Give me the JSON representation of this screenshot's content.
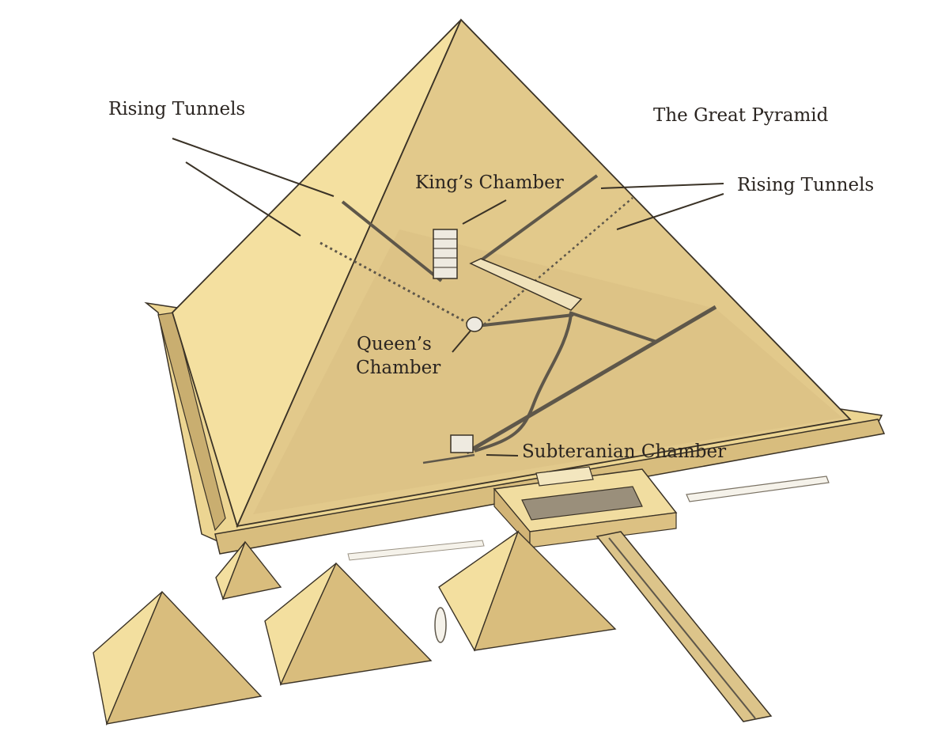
{
  "labels": {
    "title": "The Great Pyramid",
    "rising_tunnels_left": "Rising Tunnels",
    "rising_tunnels_right": "Rising Tunnels",
    "kings_chamber": "King’s Chamber",
    "queens_chamber_line1": "Queen’s",
    "queens_chamber_line2": "Chamber",
    "subterranean_chamber": "Subteranian Chamber"
  },
  "colors": {
    "face_light": "#f3dc9a",
    "face_mid": "#e6cd8a",
    "face_dark": "#d5b97a",
    "edge": "#3a3226",
    "tunnel": "#6a6254"
  }
}
